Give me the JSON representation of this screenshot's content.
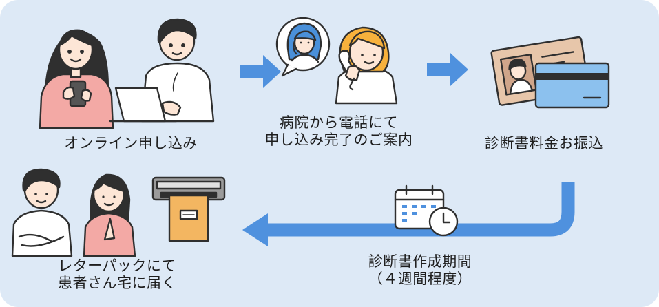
{
  "colors": {
    "background": "#dde9f6",
    "arrow": "#4f91de",
    "skin": "#fde6d6",
    "pink_shirt": "#f3a9a5",
    "orange_hair": "#f7b13c",
    "blue_hair": "#4a90d9",
    "card_blue": "#8cc1ee",
    "envelope": "#f3b661",
    "outline": "#2f2f2f"
  },
  "steps": [
    {
      "label_lines": [
        "オンライン申し込み"
      ],
      "icons": [
        "woman-with-phone-icon",
        "man-with-laptop-icon"
      ]
    },
    {
      "label_lines": [
        "病院から電話にて",
        "申し込み完了のご案内"
      ],
      "icons": [
        "speech-bubble-icon",
        "woman-on-phone-icon"
      ]
    },
    {
      "label_lines": [
        "診断書料金お振込"
      ],
      "icons": [
        "id-card-icon",
        "bank-card-icon"
      ]
    },
    {
      "label_lines": [
        "診断書作成期間",
        "（４週間程度）"
      ],
      "icons": [
        "calendar-icon",
        "clock-icon"
      ]
    },
    {
      "label_lines": [
        "レターパックにて",
        "患者さん宅に届く"
      ],
      "icons": [
        "man-arms-crossed-icon",
        "woman-hands-together-icon",
        "mail-slot-icon",
        "envelope-icon"
      ]
    }
  ]
}
